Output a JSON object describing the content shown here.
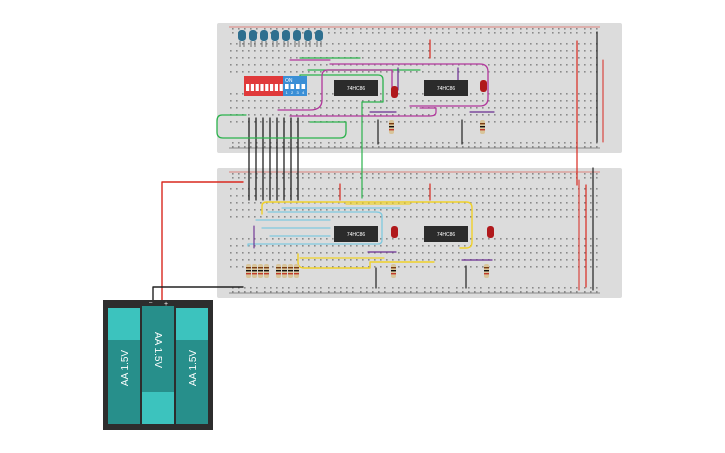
{
  "circuit": {
    "chips": [
      {
        "label": "74HC86"
      },
      {
        "label": "74HC86"
      },
      {
        "label": "74HC86"
      },
      {
        "label": "74HC86"
      }
    ],
    "dip_switch": {
      "on_label": "ON",
      "numbers": [
        "1",
        "2",
        "3",
        "4"
      ]
    },
    "battery": {
      "cells": [
        {
          "label": "AA 1.5V"
        },
        {
          "label": "AA 1.5V"
        },
        {
          "label": "AA 1.5V"
        }
      ],
      "polarity": {
        "minus": "–",
        "plus": "+"
      }
    },
    "colors": {
      "board": "#dcdcdc",
      "hole": "#8a8a8a",
      "rail_red": "#d9281f",
      "rail_black": "#333333",
      "chip": "#2b2b2b",
      "led_blue": "#2f6f8f",
      "led_red": "#b0191c",
      "dip_red": "#e0393a",
      "dip_blue": "#3a8fd6",
      "battery_body": "#2d2d2d",
      "battery_cell": "#3cc3be",
      "wire_green": "#2bb24c",
      "wire_magenta": "#b2379c",
      "wire_purple": "#6a2c91",
      "wire_yellow": "#f0d12a",
      "wire_lightblue": "#7fc9df",
      "wire_red": "#d9281f",
      "wire_black": "#222222"
    },
    "icons": [
      "breadboard",
      "led",
      "dip-switch",
      "resistor",
      "ic-chip",
      "battery-pack",
      "wire"
    ]
  }
}
